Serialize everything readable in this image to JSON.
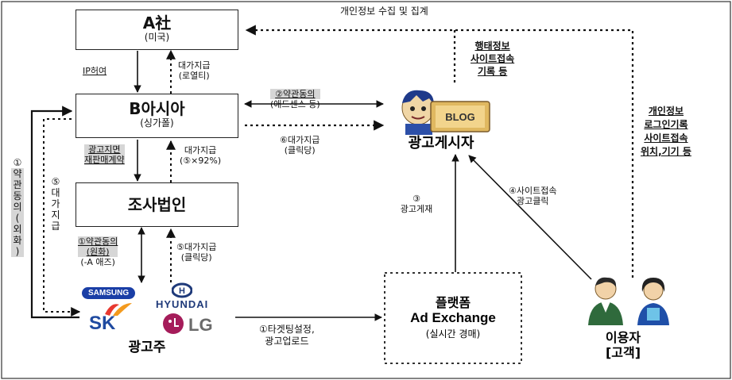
{
  "nodes": {
    "a_company": {
      "title": "A社",
      "sub": "(미국)"
    },
    "b_asia": {
      "title": "B아시아",
      "sub": "(싱가폴)"
    },
    "research": {
      "title": "조사법인"
    },
    "publisher": {
      "title": "광고게시자",
      "blog_sign": "BLOG"
    },
    "platform": {
      "line1": "플랫폼",
      "line2": "Ad Exchange",
      "line3": "(실시간 경매)"
    },
    "advertiser": {
      "title": "광고주"
    },
    "users": {
      "title": "이용자",
      "sub": "[고객]"
    }
  },
  "logos": {
    "samsung": "SAMSUNG",
    "hyundai": "HYUNDAI",
    "sk": "SK",
    "lg": "LG"
  },
  "edges": {
    "top_label": "개인정보 수집 및 집계",
    "ip_license": "IP허여",
    "royalty_line1": "대가지급",
    "royalty_line2": "(로열티)",
    "terms2_line1": "②약관동의",
    "terms2_line2": "(애드센스 등)",
    "pay6_line1": "⑥대가지급",
    "pay6_line2": "(클릭당)",
    "resale_line1": "광고지면",
    "resale_line2": "재판매계약",
    "pay_pct_line1": "대가지급",
    "pay_pct_line2": "(⑤×92%)",
    "terms1b_line1": "①약관동의",
    "terms1b_line2": "(원화)",
    "terms1b_line3": "(-A 애즈)",
    "pay5b_line1": "⑤대가지급",
    "pay5b_line2": "(클릭당)",
    "left_terms_chars": [
      "①",
      "약",
      "관",
      "동",
      "의",
      "(",
      "외",
      "화",
      ")"
    ],
    "left_pay_chars": [
      "⑤",
      "대",
      "가",
      "지",
      "급"
    ],
    "targeting_line1": "①타겟팅설정,",
    "targeting_line2": "광고업로드",
    "ad_post_line1": "③",
    "ad_post_line2": "광고게재",
    "site_click_line1": "④사이트접속",
    "site_click_line2": "광고클릭",
    "behavior_line1": "행태정보",
    "behavior_line2": "사이트접속",
    "behavior_line3": "기록 등",
    "personal_line1": "개인정보",
    "personal_line2": "로그인기록",
    "personal_line3": "사이트접속",
    "personal_line4": "위치,기기 등"
  }
}
